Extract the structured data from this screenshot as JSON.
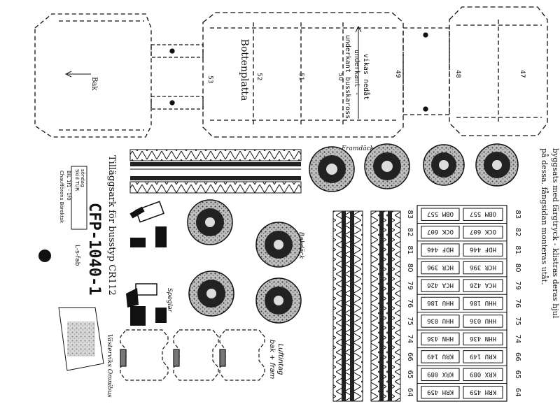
{
  "labels": {
    "bottenplatta": "Bottenplatta",
    "bak": "Bak",
    "vikas_line1": "vikas nedåt",
    "vikas_line2": "underkant -",
    "vikas_line3": "underkant busskaross",
    "num_53": "53",
    "num_52": "52",
    "num_51": "51",
    "num_50": "50",
    "num_49": "49",
    "num_48": "48",
    "num_47": "47",
    "framdack": "Framdäck",
    "bakdack": "Bakdäck",
    "speglar": "Speglar",
    "luftintag_line1": "Luftintag",
    "luftintag_line2": "bak + fram",
    "tillaggsark": "Tilläggsark för busstyp CR112",
    "code": "CFP-1040-1",
    "fab": "L-s-fab",
    "instruction_line1": "byggsats med färgtryck - klistras deras hjul",
    "instruction_line2": "på dessa. fångsidan monteras utåt.",
    "footer_script": "Västerviks Omnibus"
  },
  "stamp": {
    "line1": "Skid TUR",
    "line2": "söndag",
    "line3": "BIL 1f1 - 1f0",
    "line4": "Chaufförens Bärektsk"
  },
  "plates": [
    {
      "num": "83",
      "text": "OBM 557"
    },
    {
      "num": "82",
      "text": "OCK 607"
    },
    {
      "num": "81",
      "text": "HDF 446"
    },
    {
      "num": "80",
      "text": "HCR 396"
    },
    {
      "num": "79",
      "text": "HCA 426"
    },
    {
      "num": "76",
      "text": "HHU 186"
    },
    {
      "num": "75",
      "text": "HHU 036"
    },
    {
      "num": "74",
      "text": "HHN 436"
    },
    {
      "num": "66",
      "text": "KRU 149"
    },
    {
      "num": "65",
      "text": "KRX 089"
    },
    {
      "num": "64",
      "text": "KRH 459"
    }
  ]
}
